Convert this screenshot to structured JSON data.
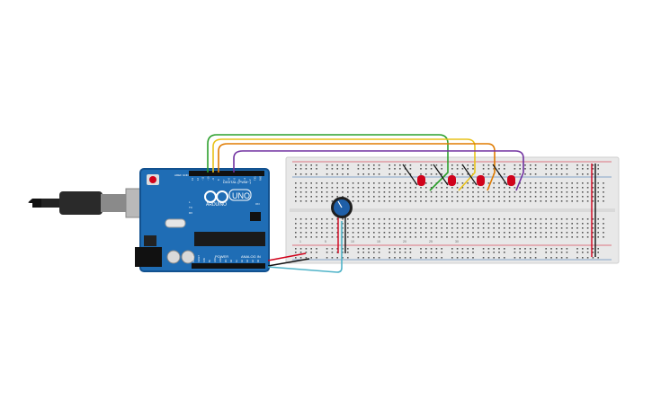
{
  "arduino": {
    "brand": "ARDUINO",
    "model": "UNO",
    "digital_label": "DIGITAL (PWM~)",
    "power_label": "POWER",
    "analog_label": "ANALOG IN",
    "aref_label": "AREF",
    "gnd_label": "GND",
    "digital_pins": [
      "13",
      "12",
      "~11",
      "~10",
      "~9",
      "8",
      "7",
      "~6",
      "~5",
      "4",
      "~3",
      "2",
      "TX1",
      "RX0"
    ],
    "power_pins": [
      "IOREF",
      "RESET",
      "3.3V",
      "5V",
      "GND",
      "GND",
      "Vin"
    ],
    "analog_pins": [
      "A0",
      "A1",
      "A2",
      "A3",
      "A4",
      "A5"
    ],
    "led_labels": [
      "L",
      "TX",
      "RX"
    ],
    "on_label": "ON"
  },
  "breadboard": {
    "column_numbers": [
      "1",
      "5",
      "10",
      "15",
      "20",
      "25",
      "30"
    ]
  },
  "components": {
    "leds": [
      {
        "color": "#d0021b"
      },
      {
        "color": "#d0021b"
      },
      {
        "color": "#d0021b"
      },
      {
        "color": "#d0021b"
      }
    ],
    "potentiometer": {
      "knob_color": "#1f5fa8"
    },
    "usb_cable": {
      "color": "#222222"
    }
  },
  "wires": [
    {
      "color": "#2ca02c"
    },
    {
      "color": "#e8c21a"
    },
    {
      "color": "#e07b00"
    },
    {
      "color": "#7030a0"
    },
    {
      "color": "#d0021b"
    },
    {
      "color": "#111111"
    },
    {
      "color": "#4fb3c8"
    }
  ],
  "colors": {
    "board": "#1f6db5",
    "board_edge": "#12518f",
    "breadboard": "#e8e8e8",
    "rail_red": "#d0021b",
    "rail_blue": "#1f5fa8"
  }
}
